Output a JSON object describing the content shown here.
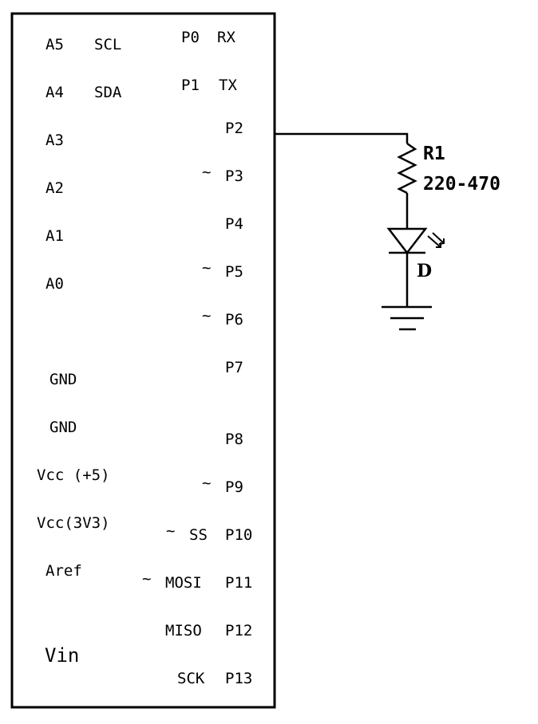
{
  "board": {
    "left_pins": [
      {
        "label": "A5",
        "func": "SCL"
      },
      {
        "label": "A4",
        "func": "SDA"
      },
      {
        "label": "A3"
      },
      {
        "label": "A2"
      },
      {
        "label": "A1"
      },
      {
        "label": "A0"
      },
      {
        "label": "GND"
      },
      {
        "label": "GND"
      },
      {
        "label": "Vcc (+5)"
      },
      {
        "label": "Vcc(3V3)"
      },
      {
        "label": "Aref"
      },
      {
        "label": "Vin"
      }
    ],
    "right_pins": [
      {
        "label": "P0",
        "func": "RX"
      },
      {
        "label": "P1",
        "func": "TX"
      },
      {
        "label": "P2"
      },
      {
        "label": "P3",
        "pwm": "~"
      },
      {
        "label": "P4"
      },
      {
        "label": "P5",
        "pwm": "~"
      },
      {
        "label": "P6",
        "pwm": "~"
      },
      {
        "label": "P7"
      },
      {
        "label": "P8"
      },
      {
        "label": "P9",
        "pwm": "~"
      },
      {
        "label": "P10",
        "pwm": "~",
        "func": "SS"
      },
      {
        "label": "P11",
        "pwm": "~",
        "func": "MOSI"
      },
      {
        "label": "P12",
        "func": "MISO"
      },
      {
        "label": "P13",
        "func": "SCK"
      }
    ]
  },
  "resistor": {
    "ref": "R1",
    "value": "220-470"
  },
  "led": {
    "ref": "D"
  },
  "colors": {
    "line": "#000000",
    "background": "#ffffff"
  }
}
